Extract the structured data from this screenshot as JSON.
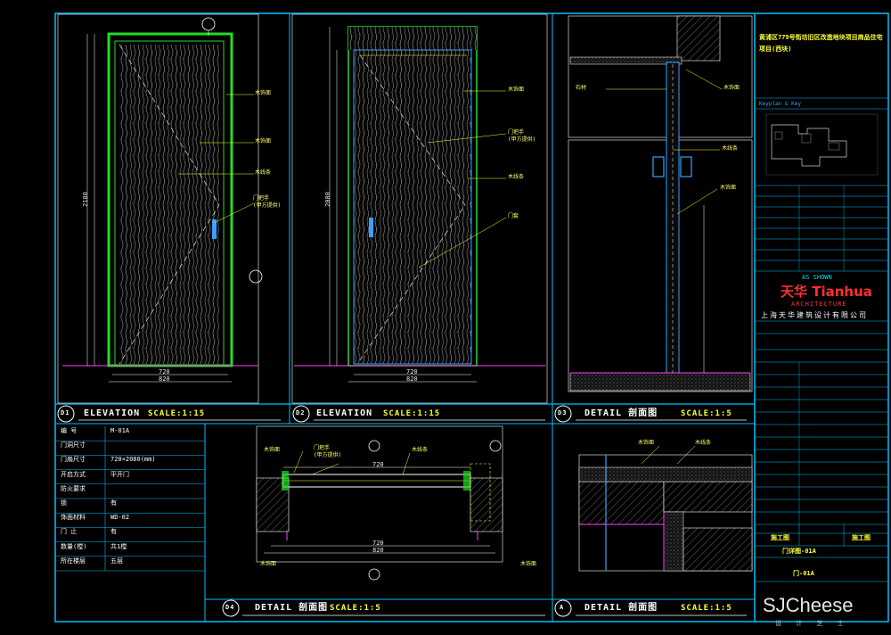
{
  "views": {
    "d1": {
      "num": "D1",
      "title": "ELEVATION",
      "scale": "SCALE:1:15"
    },
    "d2": {
      "num": "D2",
      "title": "ELEVATION",
      "scale": "SCALE:1:15"
    },
    "d3": {
      "num": "D3",
      "title": "DETAIL  剖面图",
      "scale": "SCALE:1:5"
    },
    "d4": {
      "num": "D4",
      "title": "DETAIL  剖面图",
      "scale": "SCALE:1:5"
    },
    "a": {
      "num": "A",
      "title": "DETAIL  剖面图",
      "scale": "SCALE:1:5"
    }
  },
  "dims": {
    "d1_width_inner": "720",
    "d1_width_outer": "820",
    "d1_height": "2180",
    "d2_width_inner": "720",
    "d2_width_outer": "820",
    "d2_height": "2080",
    "d4_width_inner": "720",
    "d4_width_outer": "820",
    "d4_top": "720"
  },
  "callouts": {
    "wood_veneer": "木饰面",
    "door_handle": "门把手",
    "door_handle_note": "(甲方提供)",
    "trim": "木线条",
    "stone": "石材",
    "door_frame": "门套"
  },
  "spec_table": [
    {
      "k": "编  号",
      "v": "M-01A"
    },
    {
      "k": "门洞尺寸",
      "v": ""
    },
    {
      "k": "门扇尺寸",
      "v": "720×2080(mm)"
    },
    {
      "k": "开启方式",
      "v": "平开门"
    },
    {
      "k": "防火要求",
      "v": ""
    },
    {
      "k": "锁",
      "v": "有"
    },
    {
      "k": "饰面材料",
      "v": "WD-02"
    },
    {
      "k": "门  止",
      "v": "有"
    },
    {
      "k": "数量(樘)",
      "v": "共1樘"
    },
    {
      "k": "所在楼层",
      "v": "五层"
    }
  ],
  "title_block": {
    "project_title": "黄浦区779号街坊旧区改造地块项目商品住宅项目(西块)",
    "key_plan_label": "Keyplan  &  Key",
    "scale_note": "AS SHOWN",
    "brand": "天华 Tianhua",
    "brand_sub": "ARCHITECTURE",
    "company": "上海天华建筑设计有限公司",
    "drawing_name": "门详图-01A",
    "drawing_no": "门-01A",
    "stage": "施工图",
    "stage2": "施工图"
  },
  "watermark": {
    "text": "SJCheese",
    "sub": "设 计 芝 士"
  },
  "colors": {
    "frame": "#00bfff",
    "door": "#22dd22",
    "yellow": "#ffff33",
    "magenta": "#ff44ff",
    "green": "#22dd22",
    "white": "#ffffff",
    "red": "#ff3030"
  }
}
